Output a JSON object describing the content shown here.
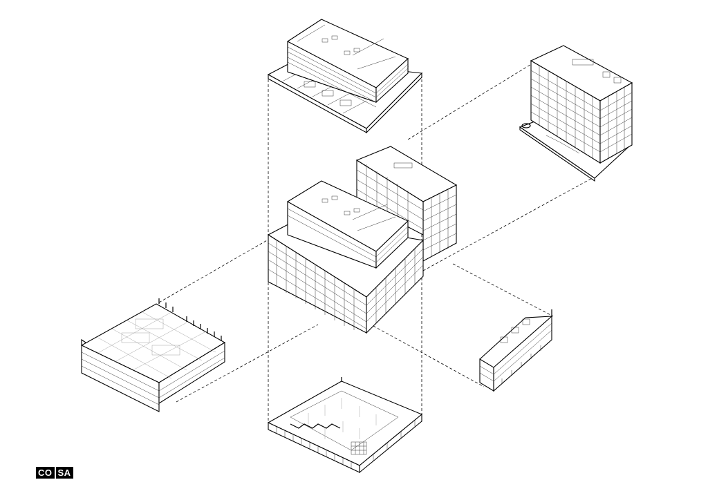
{
  "logo": {
    "left": "CO",
    "right": "SA"
  },
  "colors": {
    "ink": "#000000",
    "background": "#ffffff",
    "ghost_line": "#9a9a9a"
  },
  "components": [
    "roof-terraces-block",
    "tower-block",
    "assembled-building",
    "office-floors-block",
    "side-wing-block",
    "ground-floor-plinth"
  ]
}
